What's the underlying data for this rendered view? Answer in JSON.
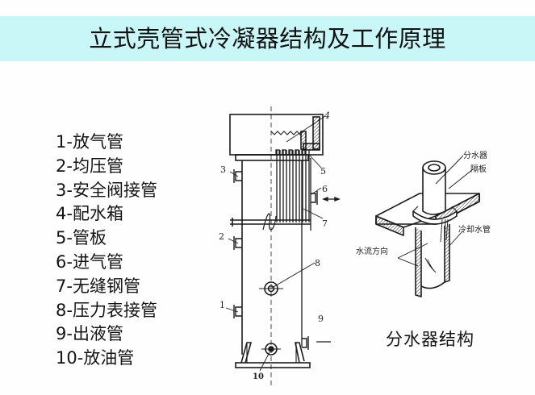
{
  "header": {
    "title": "立式壳管式冷凝器结构及工作原理",
    "banner_color": "#c9f7f8"
  },
  "legend": {
    "items": [
      {
        "label": "1-放气管"
      },
      {
        "label": "2-均压管"
      },
      {
        "label": "3-安全阀接管"
      },
      {
        "label": "4-配水箱"
      },
      {
        "label": "5-管板"
      },
      {
        "label": "6-进气管"
      },
      {
        "label": "7-无缝钢管"
      },
      {
        "label": "8-压力表接管"
      },
      {
        "label": "9-出液管"
      },
      {
        "label": "10-放油管"
      }
    ]
  },
  "condenser_diagram": {
    "callouts": {
      "c1": "1",
      "c2": "2",
      "c3": "3",
      "c4": "4",
      "c5": "5",
      "c6": "6",
      "c7": "7",
      "c8": "8",
      "c9": "9",
      "c10": "10"
    }
  },
  "distributor_diagram": {
    "labels": {
      "distributor": "分水器",
      "partition": "隔板",
      "cooling_pipe": "冷却水管",
      "flow_direction": "水流方向"
    },
    "caption": "分水器结构"
  }
}
